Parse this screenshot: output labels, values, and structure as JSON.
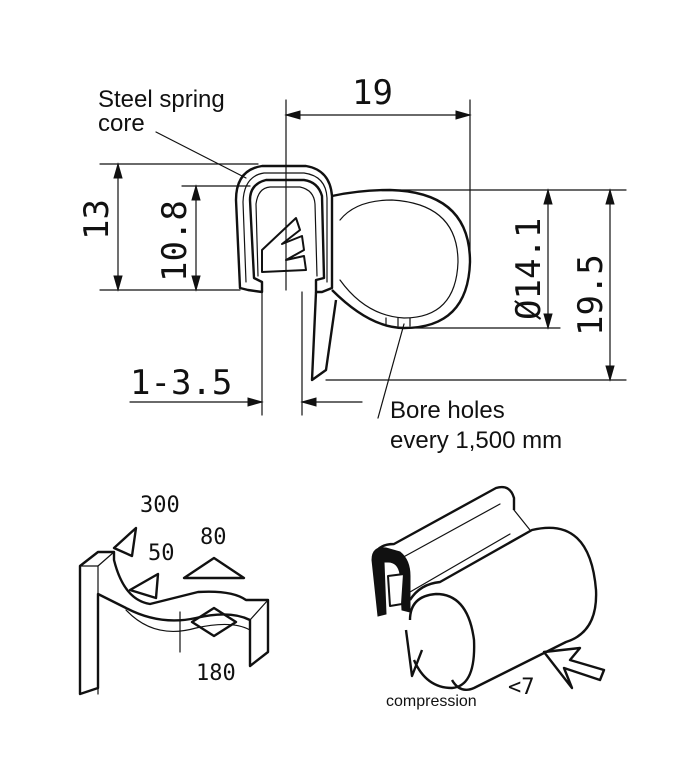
{
  "labels": {
    "steel_core_line1": "Steel spring",
    "steel_core_line2": "core",
    "bore_line1": "Bore holes",
    "bore_line2": "every 1,500 mm",
    "compression": "compression"
  },
  "dimensions": {
    "width_top": "19",
    "height_13": "13",
    "height_10_8": "10.8",
    "bulb_diameter": "Ø14.1",
    "height_19_5": "19.5",
    "clamp_range": "1-3.5"
  },
  "forces": {
    "f300": "300",
    "f50": "50",
    "f80": "80",
    "f180": "180",
    "compression_value": "<7"
  }
}
